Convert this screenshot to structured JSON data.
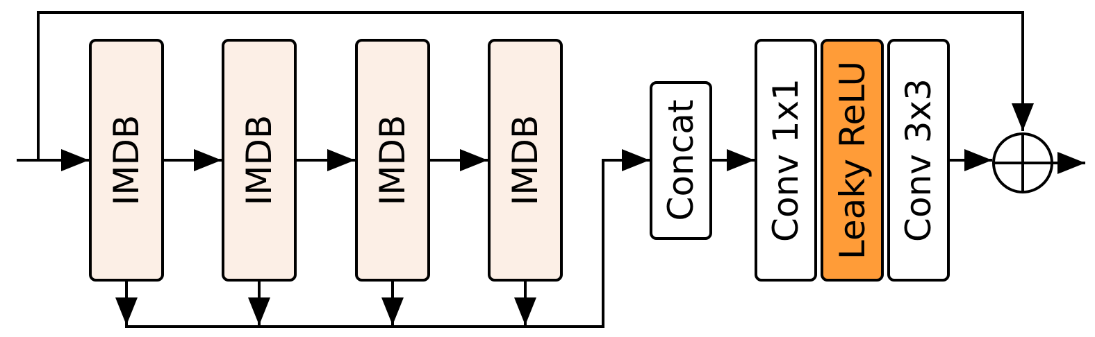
{
  "colors": {
    "imdb_fill": "#fcefe6",
    "conv_fill": "#ffffff",
    "activation_fill": "#ff9c38",
    "line": "#000000"
  },
  "blocks": {
    "imdb": [
      "IMDB",
      "IMDB",
      "IMDB",
      "IMDB"
    ],
    "concat": "Concat",
    "conv1": "Conv 1x1",
    "activation": "Leaky ReLU",
    "conv3": "Conv 3x3"
  },
  "operators": {
    "sum": "element-wise-add-icon"
  }
}
